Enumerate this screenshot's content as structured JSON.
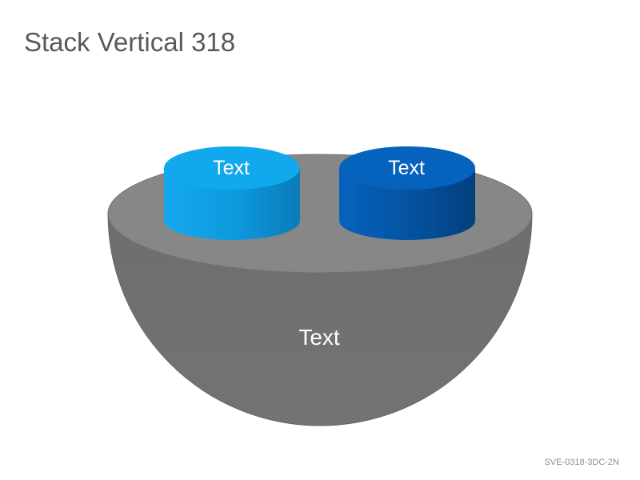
{
  "slide": {
    "title": "Stack Vertical 318",
    "code": "SVE-0318-3DC-2N"
  },
  "diagram": {
    "bowl": {
      "label": "Text",
      "color": "#737373"
    },
    "cylinders": [
      {
        "label": "Text",
        "color": "#12a8ee"
      },
      {
        "label": "Text",
        "color": "#0563bd"
      }
    ]
  }
}
